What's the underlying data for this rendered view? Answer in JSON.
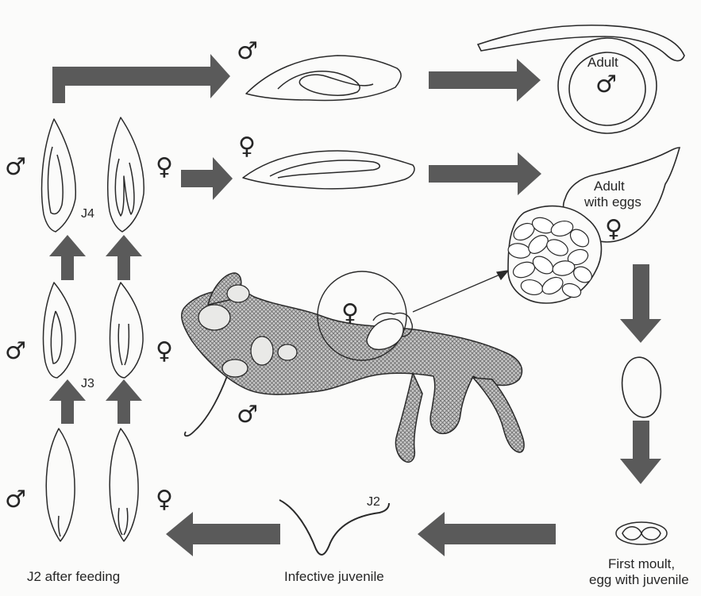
{
  "symbols": {
    "male": "♂",
    "female": "♀"
  },
  "stages": {
    "j4": "J4",
    "j3": "J3",
    "j2": "J2"
  },
  "adult_male": {
    "label": "Adult"
  },
  "adult_female": {
    "line1": "Adult",
    "line2": "with eggs"
  },
  "captions": {
    "j2_after_feeding": "J2 after feeding",
    "infective_juvenile": "Infective juvenile",
    "first_moult_line1": "First moult,",
    "first_moult_line2": "egg with juvenile"
  },
  "colors": {
    "arrow": "#5a5a5a",
    "ink": "#2a2a2a",
    "root_fill": "#c4c4c4"
  }
}
